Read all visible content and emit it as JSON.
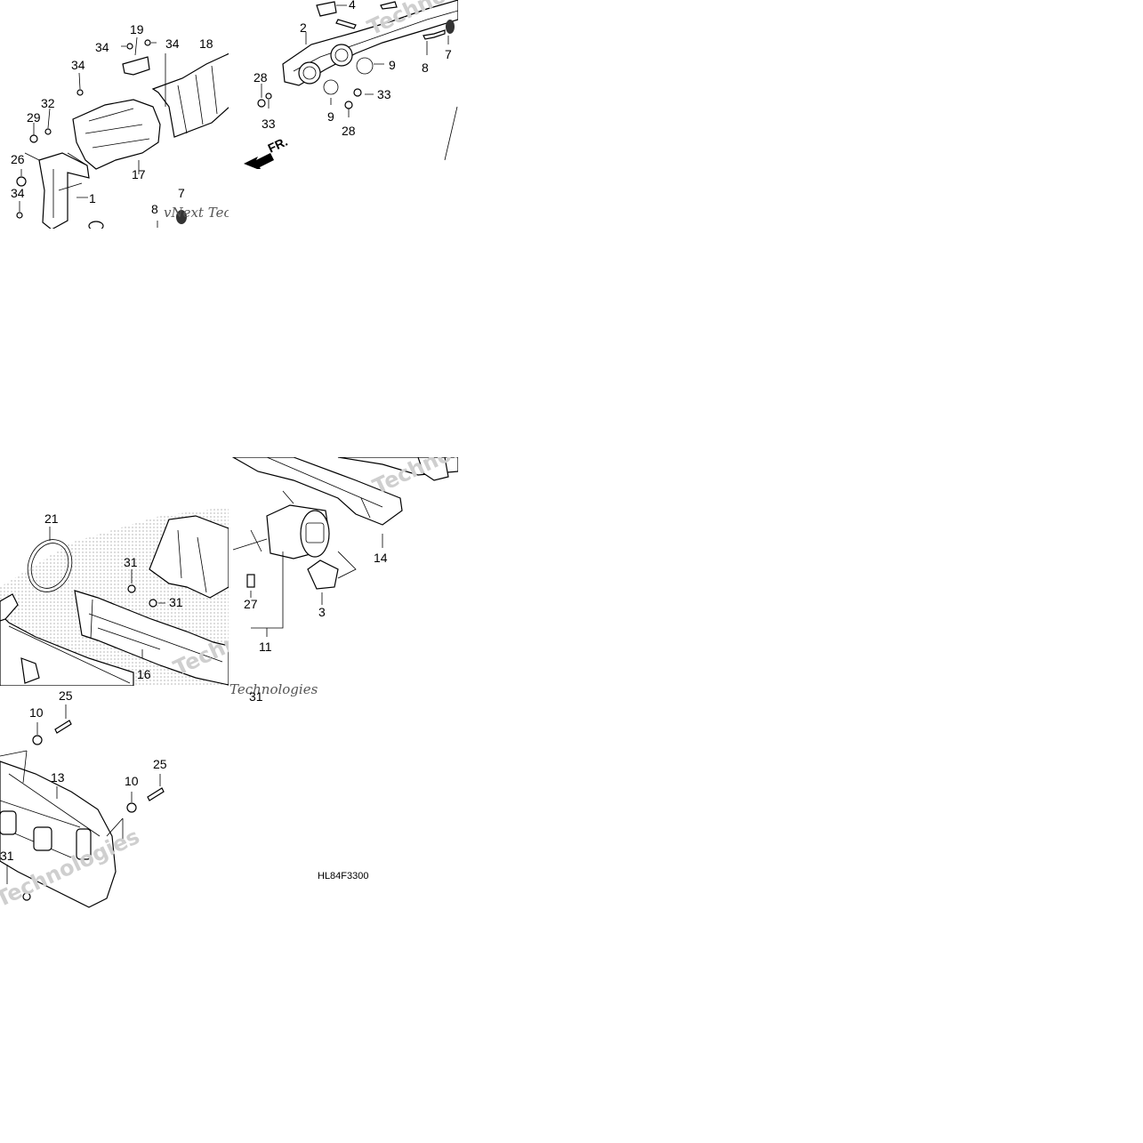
{
  "diagram_code": "HL84F3300",
  "front_marker": "FR.",
  "watermark": {
    "line1": "vNext Technologies",
    "line2": "Technologies"
  },
  "callouts": {
    "p1": "1",
    "p2": "2",
    "p3": "3",
    "p4": "4",
    "p7a": "7",
    "p7b": "7",
    "p8a": "8",
    "p8b": "8",
    "p9a": "9",
    "p9b": "9",
    "p10a": "10",
    "p10b": "10",
    "p11": "11",
    "p13": "13",
    "p14": "14",
    "p16": "16",
    "p17": "17",
    "p18": "18",
    "p19": "19",
    "p21": "21",
    "p25a": "25",
    "p25b": "25",
    "p26": "26",
    "p27": "27",
    "p28a": "28",
    "p28b": "28",
    "p29": "29",
    "p31a": "31",
    "p31b": "31",
    "p31c": "31",
    "p31d": "31",
    "p32": "32",
    "p33a": "33",
    "p33b": "33",
    "p34a": "34",
    "p34b": "34",
    "p34c": "34",
    "p34d": "34"
  }
}
